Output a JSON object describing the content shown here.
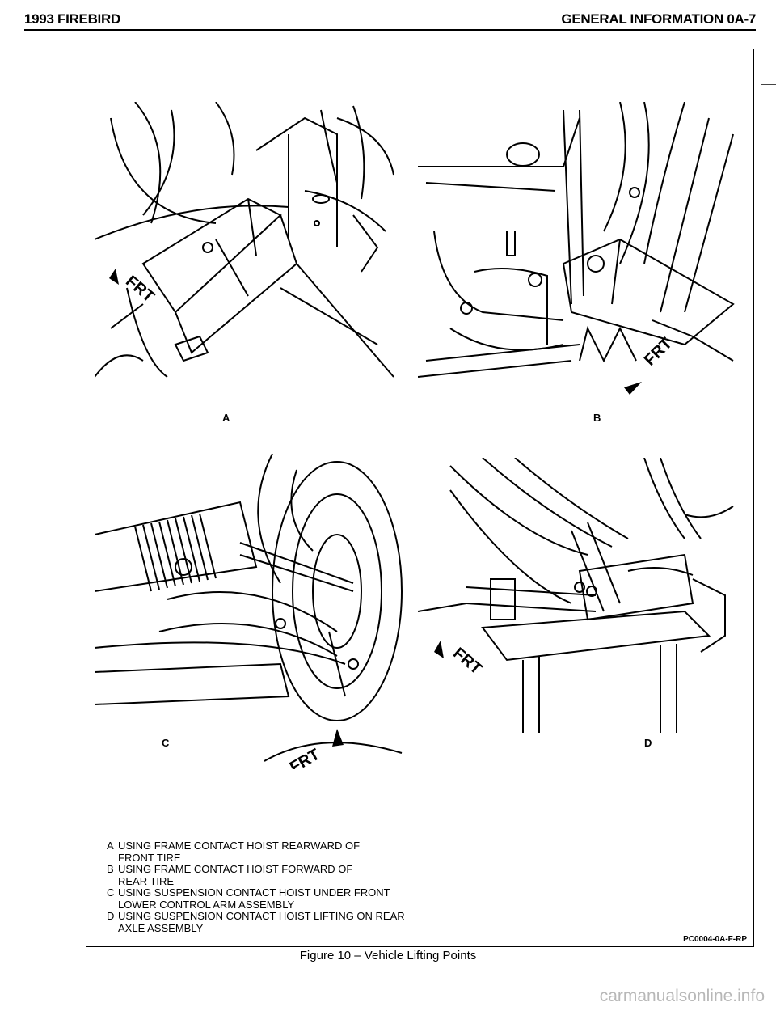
{
  "header": {
    "left": "1993 FIREBIRD",
    "right": "GENERAL INFORMATION 0A-7"
  },
  "figure": {
    "panels": [
      {
        "letter": "A",
        "frt_label": "FRT"
      },
      {
        "letter": "B",
        "frt_label": "FRT"
      },
      {
        "letter": "C",
        "frt_label": "FRT"
      },
      {
        "letter": "D",
        "frt_label": "FRT"
      }
    ],
    "legend": [
      {
        "key": "A",
        "lines": [
          "USING FRAME CONTACT HOIST REARWARD OF",
          "FRONT TIRE"
        ]
      },
      {
        "key": "B",
        "lines": [
          "USING FRAME CONTACT HOIST FORWARD OF",
          "REAR TIRE"
        ]
      },
      {
        "key": "C",
        "lines": [
          "USING SUSPENSION CONTACT HOIST UNDER FRONT",
          "LOWER CONTROL ARM ASSEMBLY"
        ]
      },
      {
        "key": "D",
        "lines": [
          "USING SUSPENSION CONTACT HOIST LIFTING ON REAR",
          "AXLE ASSEMBLY"
        ]
      }
    ],
    "part_code": "PC0004-0A-F-RP",
    "caption": "Figure 10 – Vehicle Lifting Points"
  },
  "watermark": "carmanualsonline.info"
}
